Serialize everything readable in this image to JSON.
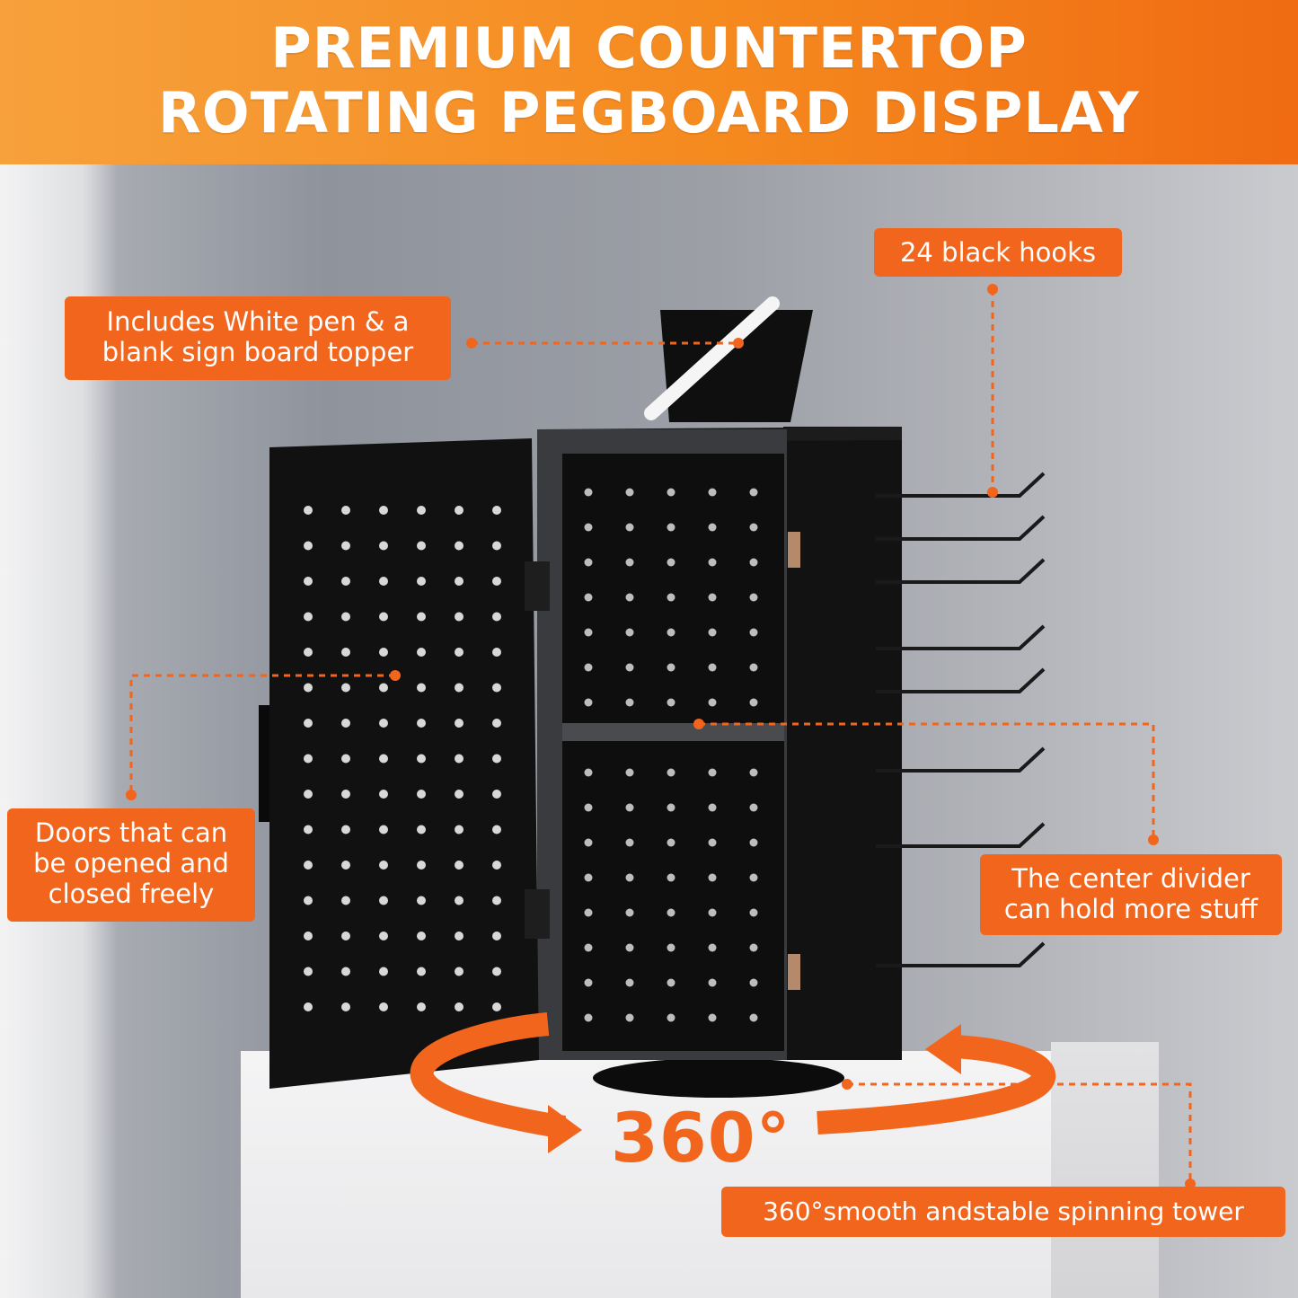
{
  "banner": {
    "line1": "PREMIUM COUNTERTOP",
    "line2": "ROTATING PEGBOARD DISPLAY"
  },
  "callouts": {
    "hooks": "24 black hooks",
    "pen_line1": "Includes White pen & a",
    "pen_line2": "blank sign board topper",
    "doors_line1": "Doors that can",
    "doors_line2": "be opened and",
    "doors_line3": "closed freely",
    "divider_line1": "The center divider",
    "divider_line2": "can hold more stuff",
    "tower": "360°smooth andstable spinning tower"
  },
  "rotation_label": "360°",
  "colors": {
    "accent": "#f2651c",
    "banner_start": "#f7a13c",
    "banner_end": "#f06b12",
    "product": "#151515"
  }
}
